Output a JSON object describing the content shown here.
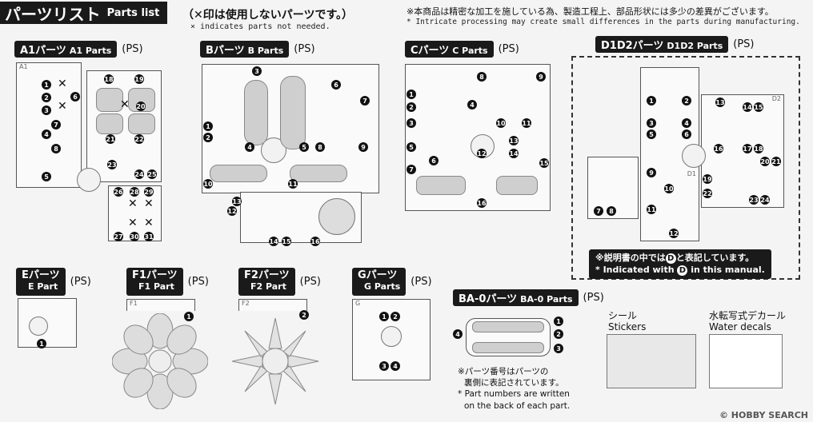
{
  "header": {
    "title_jp": "パーツリスト",
    "title_en": "Parts list",
    "note_jp": "（✕印は使用しないパーツです。）",
    "note_en": "× indicates parts not needed.",
    "disclaimer_jp": "※本商品は精密な加工を施している為、製造工程上、部品形状には多少の差異がございます。",
    "disclaimer_en": "* Intricate processing may create small differences in the parts during manufacturing."
  },
  "groups": {
    "a1": {
      "label": "A1パーツ",
      "label_en": "A1 Parts",
      "ps": "(PS)",
      "tag": "A1"
    },
    "b": {
      "label": "Bパーツ",
      "label_en": "B Parts",
      "ps": "(PS)"
    },
    "c": {
      "label": "Cパーツ",
      "label_en": "C Parts",
      "ps": "(PS)"
    },
    "d": {
      "label": "D1D2パーツ",
      "label_en": "D1D2 Parts",
      "ps": "(PS)",
      "tag1": "D1",
      "tag2": "D2"
    },
    "e": {
      "label": "Eパーツ",
      "label_en": "E Part",
      "ps": "(PS)"
    },
    "f1": {
      "label": "F1パーツ",
      "label_en": "F1 Part",
      "ps": "(PS)",
      "tag": "F1"
    },
    "f2": {
      "label": "F2パーツ",
      "label_en": "F2 Part",
      "ps": "(PS)",
      "tag": "F2"
    },
    "g": {
      "label": "Gパーツ",
      "label_en": "G Parts",
      "ps": "(PS)",
      "tag": "G"
    },
    "ba0": {
      "label": "BA-0パーツ",
      "label_en": "BA-0 Parts",
      "ps": "(PS)"
    }
  },
  "d_note": {
    "jp_pre": "※説明書の中では",
    "badge": "D",
    "jp_post": "と表記しています。",
    "en_pre": "* Indicated with",
    "en_post": "in this manual."
  },
  "ba_note": {
    "jp1": "※パーツ番号はパーツの",
    "jp2": "裏側に表記されています。",
    "en1": "* Part numbers are written",
    "en2": "on the back of each part."
  },
  "stickers": {
    "jp": "シール",
    "en": "Stickers"
  },
  "decals": {
    "jp": "水転写式デカール",
    "en": "Water decals"
  },
  "watermark": "© HOBBY SEARCH"
}
